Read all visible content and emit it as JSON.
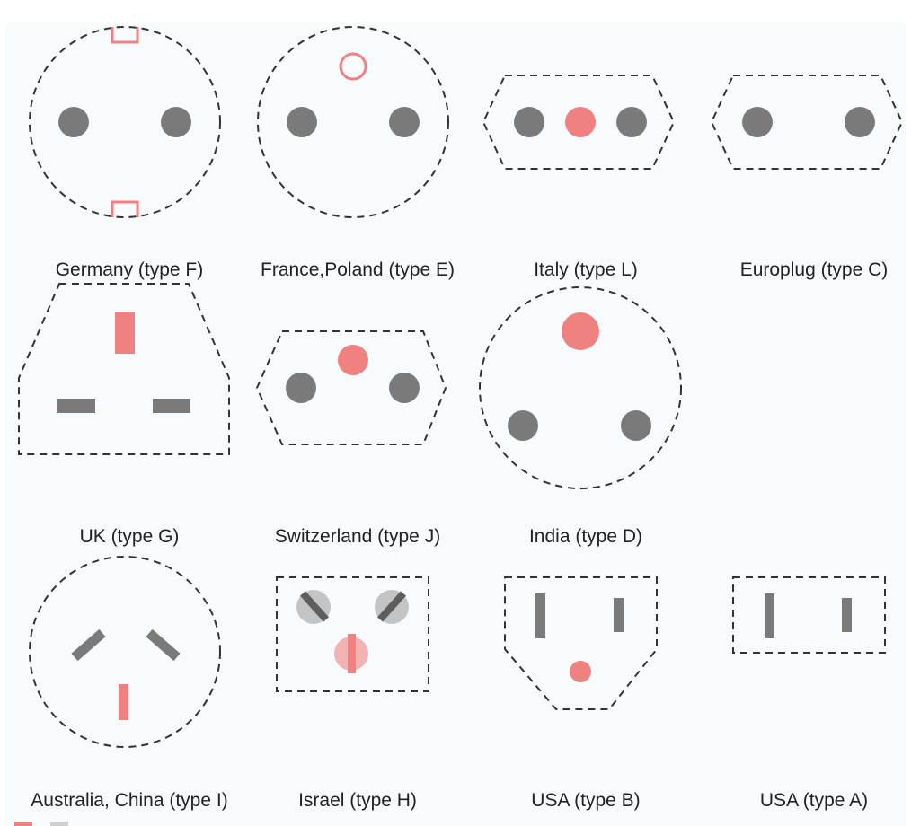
{
  "colors": {
    "pin": "#7a7a7a",
    "earth_pin": "#f08181",
    "outline": "#333333",
    "background": "#f8fbfd"
  },
  "plugs": [
    {
      "id": "germany",
      "label": "Germany (type F)",
      "outline_shape": "circle",
      "earth": "side-clips"
    },
    {
      "id": "france",
      "label": "France,Poland (type E)",
      "outline_shape": "circle",
      "earth": "pin-receptacle"
    },
    {
      "id": "italy",
      "label": "Italy (type L)",
      "outline_shape": "hexagon",
      "earth": "center-pin"
    },
    {
      "id": "euro",
      "label": "Europlug (type C)",
      "outline_shape": "hexagon",
      "earth": "none"
    },
    {
      "id": "uk",
      "label": "UK (type G)",
      "outline_shape": "trapezoid",
      "earth": "rect-pin"
    },
    {
      "id": "swiss",
      "label": "Switzerland (type J)",
      "outline_shape": "hexagon",
      "earth": "round-pin"
    },
    {
      "id": "india",
      "label": "India (type D)",
      "outline_shape": "circle",
      "earth": "round-pin"
    },
    {
      "id": "aus",
      "label": "Australia, China (type I)",
      "outline_shape": "circle",
      "earth": "flat-pin"
    },
    {
      "id": "israel",
      "label": "Israel (type H)",
      "outline_shape": "rectangle",
      "earth": "round-pin"
    },
    {
      "id": "usab",
      "label": "USA (type B)",
      "outline_shape": "pentagon",
      "earth": "round-pin"
    },
    {
      "id": "usaa",
      "label": "USA (type A)",
      "outline_shape": "rectangle",
      "earth": "none"
    }
  ]
}
